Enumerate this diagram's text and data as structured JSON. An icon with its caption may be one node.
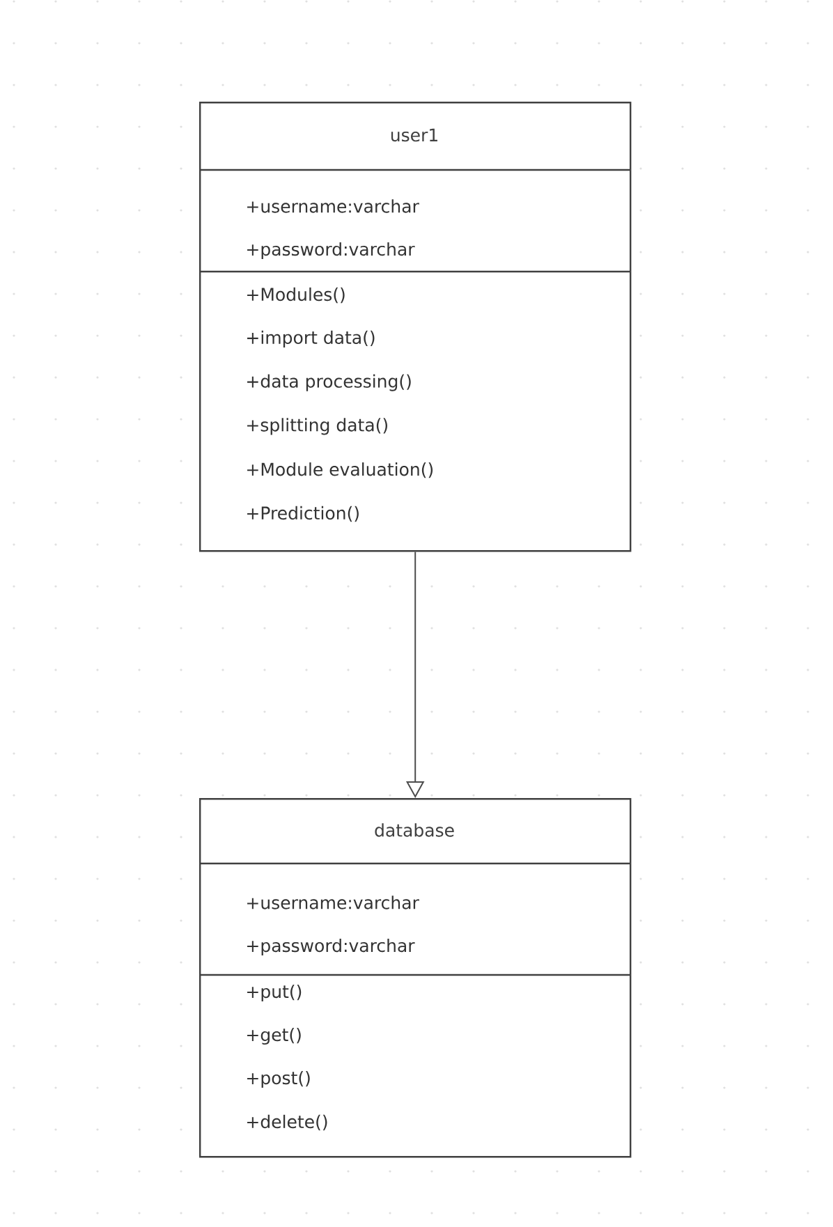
{
  "diagram": {
    "nodes": [
      {
        "text": [
          "user1"
        ]
      },
      {
        "text": [
          "+username:varchar",
          "+password:varchar"
        ],
        "in": 0
      },
      {
        "text": [
          "+Modules()",
          "+import data()",
          "+data processing()",
          "+splitting data()",
          "+Module evaluation()",
          "+Prediction()"
        ],
        "in": 0
      },
      {
        "text": [
          "database"
        ]
      },
      {
        "text": [
          "+username:varchar",
          "+password:varchar"
        ],
        "in": 3
      },
      {
        "text": [
          "+put()",
          "+get()",
          "+post()",
          "+delete()"
        ],
        "in": 3
      }
    ],
    "edges": [
      {
        "from": 0,
        "to": 3,
        "arrow": "to"
      }
    ]
  }
}
